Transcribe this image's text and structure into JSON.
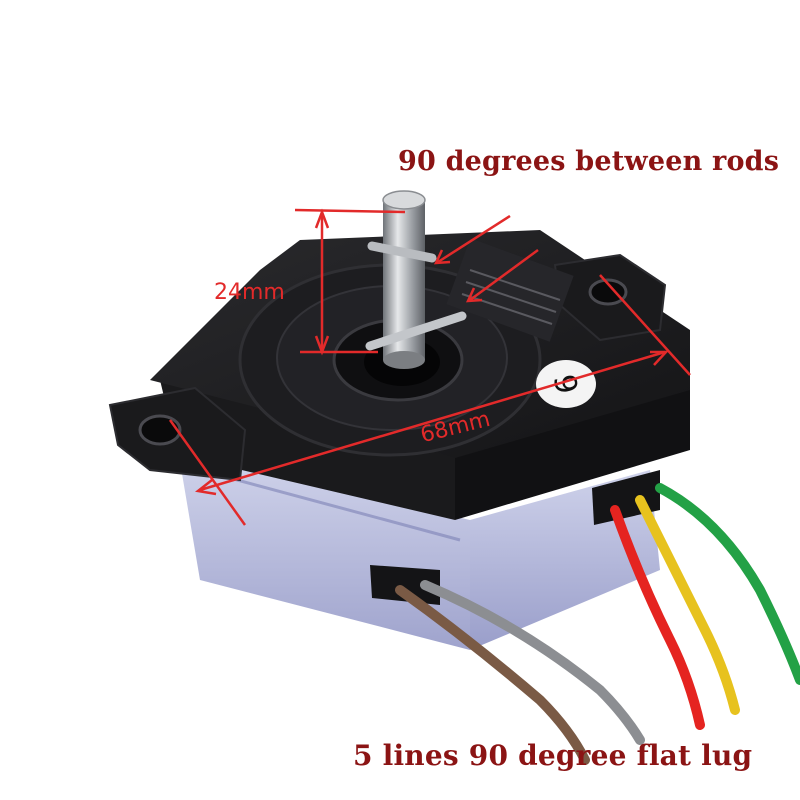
{
  "captions": {
    "top": "90 degrees between rods",
    "bottom": "5 lines 90 degree flat lug"
  },
  "dimensions": {
    "height_label": "24mm",
    "width_label": "68mm"
  },
  "product": {
    "dial_number": "6"
  },
  "colors": {
    "caption_text": "#8b1414",
    "dimension_lines": "#e22a2a",
    "housing": "#1c1c1e",
    "base": "#aeb4d8"
  },
  "wires": [
    "brown",
    "gray",
    "red",
    "yellow",
    "green"
  ]
}
